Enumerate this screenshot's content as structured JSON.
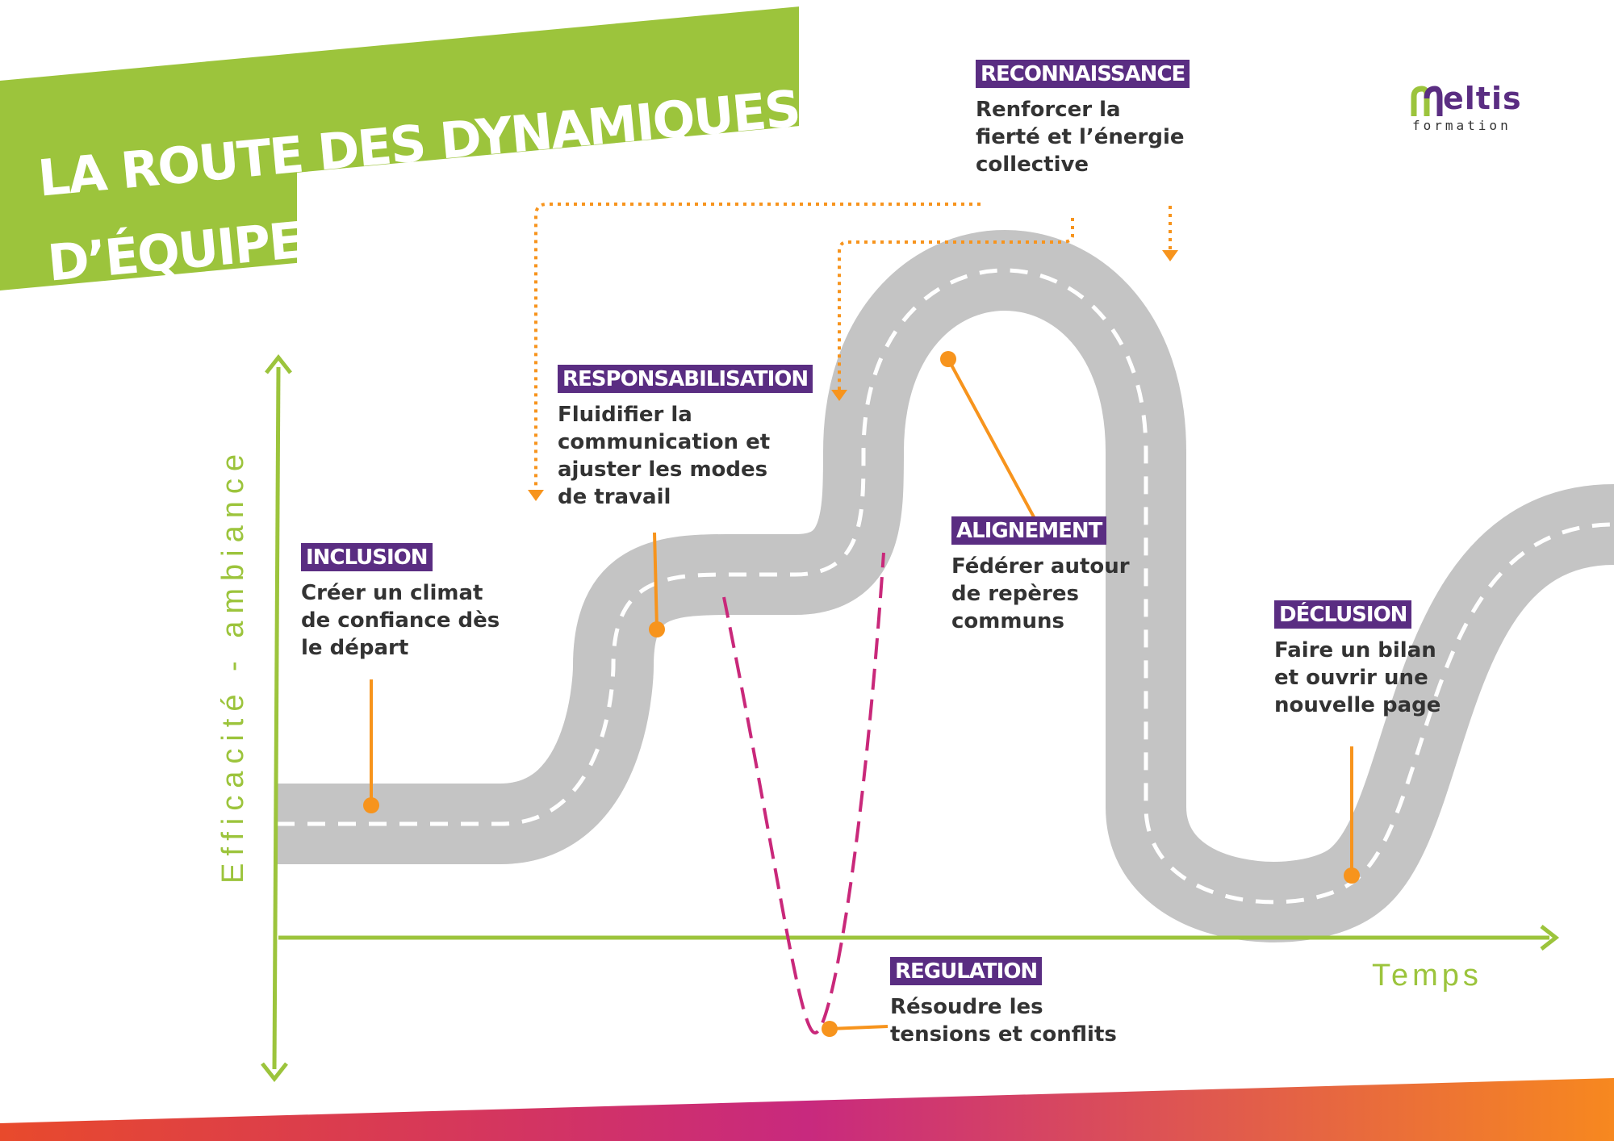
{
  "title": {
    "line1": "LA ROUTE DES DYNAMIQUES",
    "line2": "D’ÉQUIPE"
  },
  "logo": {
    "word": "eltis",
    "sub": "formation"
  },
  "axes": {
    "y_label": "Efficacité - ambiance",
    "x_label": "Temps"
  },
  "stages": {
    "inclusion": {
      "tag": "INCLUSION",
      "desc": "Créer un climat\nde confiance dès\nle départ"
    },
    "responsabilisation": {
      "tag": "RESPONSABILISATION",
      "desc": "Fluidifier la\ncommunication et\najuster les modes\nde travail"
    },
    "regulation": {
      "tag": "REGULATION",
      "desc": "Résoudre les\ntensions et conflits"
    },
    "alignement": {
      "tag": "ALIGNEMENT",
      "desc": "Fédérer autour\nde repères\ncommuns"
    },
    "reconnaissance": {
      "tag": "RECONNAISSANCE",
      "desc": "Renforcer la\nfierté et l’énergie\ncollective"
    },
    "declusion": {
      "tag": "DÉCLUSION",
      "desc": "Faire un bilan\net ouvrir une\nnouvelle page"
    }
  },
  "colors": {
    "accent_green": "#9cc43c",
    "tag_purple": "#5a2d82",
    "marker_orange": "#f7941d",
    "dip_magenta": "#c9287a",
    "road_gray": "#c4c4c4",
    "gradient": [
      "#e84a2c",
      "#c8297e",
      "#f7881f"
    ]
  }
}
